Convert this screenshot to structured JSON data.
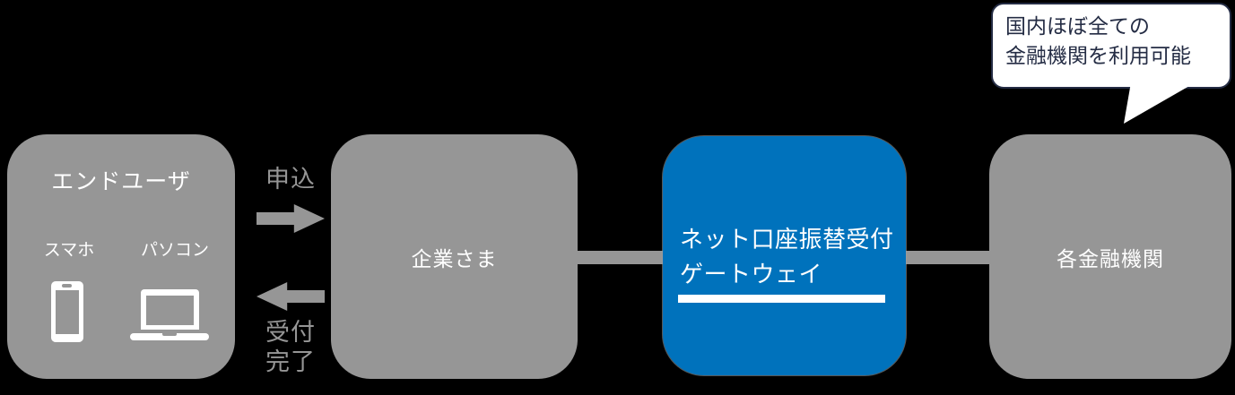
{
  "diagram": {
    "background": "#000000",
    "nodes": {
      "end_user": {
        "title": "エンドユーザ",
        "smartphone_label": "スマホ",
        "laptop_label": "パソコン",
        "smartphone_icon": "smartphone-icon",
        "laptop_icon": "laptop-icon",
        "color": "#969696"
      },
      "company": {
        "label": "企業さま",
        "color": "#969696"
      },
      "gateway": {
        "label_line1": "ネット口座振替受付",
        "label_line2": "ゲートウェイ",
        "color": "#0072BC"
      },
      "banks": {
        "label": "各金融機関",
        "color": "#969696"
      }
    },
    "flows": {
      "apply_label": "申込",
      "accept_label_line1": "受付",
      "accept_label_line2": "完了",
      "arrow_color": "#969696"
    },
    "callout": {
      "line1": "国内ほぼ全ての",
      "line2": "金融機関を利用可能",
      "background": "#FFFFFF",
      "text_color": "#242C44"
    }
  }
}
